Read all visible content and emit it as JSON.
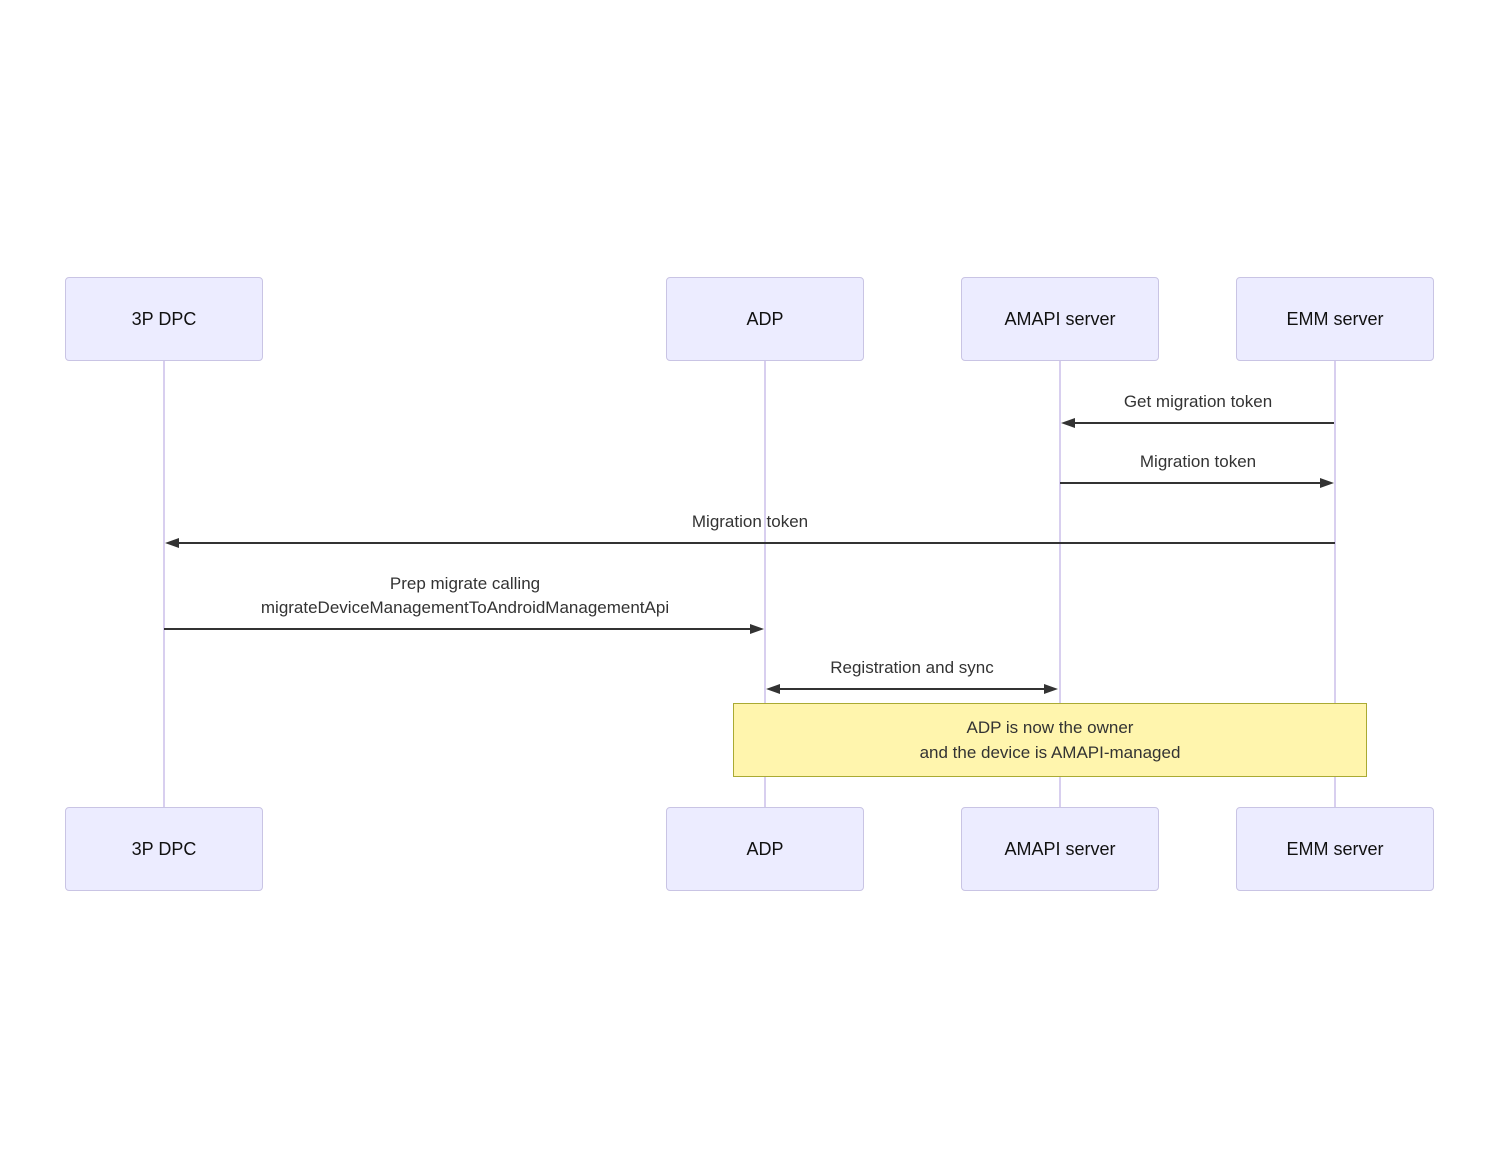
{
  "diagram": {
    "type": "sequence-diagram",
    "actors": [
      {
        "name": "3P DPC"
      },
      {
        "name": "ADP"
      },
      {
        "name": "AMAPI server"
      },
      {
        "name": "EMM server"
      }
    ],
    "messages": [
      {
        "from": "EMM server",
        "to": "AMAPI server",
        "label": "Get migration token",
        "direction": "left",
        "line_style": "solid"
      },
      {
        "from": "AMAPI server",
        "to": "EMM server",
        "label": "Migration token",
        "direction": "right",
        "line_style": "solid"
      },
      {
        "from": "EMM server",
        "to": "3P DPC",
        "label": "Migration token",
        "direction": "left",
        "line_style": "solid"
      },
      {
        "from": "3P DPC",
        "to": "ADP",
        "lines": [
          "Prep migrate calling",
          "migrateDeviceManagementToAndroidManagementApi"
        ],
        "direction": "right",
        "line_style": "solid"
      },
      {
        "from": "ADP",
        "to": "AMAPI server",
        "label": "Registration and sync",
        "direction": "both",
        "line_style": "solid"
      }
    ],
    "note": {
      "over": [
        "ADP",
        "EMM server"
      ],
      "lines": [
        "ADP is now the owner",
        "and the device is AMAPI-managed"
      ]
    },
    "colors": {
      "background": "#FFFFFF",
      "actor_fill": "#ECECFF",
      "actor_border": "#C9C4E4",
      "lifeline": "#D8CFEF",
      "arrow": "#333333",
      "message_text": "#333333",
      "actor_text": "#111111",
      "note_fill": "#FFF5AD",
      "note_border": "#AAAA33"
    }
  }
}
